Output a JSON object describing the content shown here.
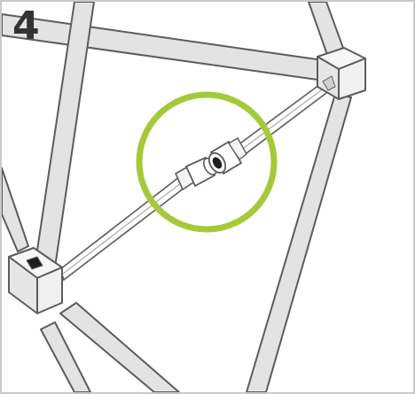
{
  "step": {
    "number": "4"
  },
  "colors": {
    "strut_fill": "#e3e3e3",
    "strut_stroke": "#5c5c5c",
    "hub_fill": "#efefef",
    "cable": "#ffffff",
    "highlight_ring": "#a6c93a",
    "step_number": "#333333"
  },
  "illustration": {
    "subject": "geodesic-frame-node-cable-connection",
    "highlight": "cable-connector-joint"
  }
}
